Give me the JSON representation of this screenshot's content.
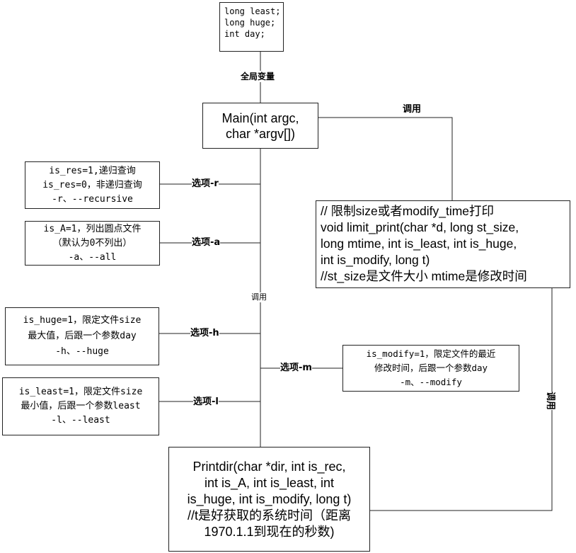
{
  "globals_box": {
    "lines": [
      "long least;",
      "long huge;",
      "int day;"
    ]
  },
  "labels": {
    "global_vars": "全局变量",
    "call_main": "调用",
    "call_center": "调用",
    "call_right": "调用",
    "opt_r": "选项-r",
    "opt_a": "选项-a",
    "opt_h": "选项-h",
    "opt_m": "选项-m",
    "opt_l": "选项-l"
  },
  "main_box": {
    "lines": [
      "Main(int argc,",
      "char *argv[])"
    ]
  },
  "limit_box": {
    "lines": [
      "// 限制size或者modify_time打印",
      "void limit_print(char *d, long st_size,",
      "long mtime, int is_least, int is_huge,",
      "int is_modify, long t)",
      "//st_size是文件大小 mtime是修改时间"
    ]
  },
  "opt_r_box": {
    "lines": [
      "is_res=1,递归查询",
      "is_res=0，非递归查询",
      "-r、--recursive"
    ]
  },
  "opt_a_box": {
    "lines": [
      "is_A=1，列出圆点文件",
      "（默认为0不列出）",
      "-a、--all"
    ]
  },
  "opt_h_box": {
    "lines": [
      "is_huge=1，限定文件size",
      "最大值，后跟一个参数day",
      "-h、--huge"
    ]
  },
  "opt_m_box": {
    "lines": [
      "is_modify=1，限定文件的最近",
      "修改时间，后跟一个参数day",
      "-m、--modify"
    ]
  },
  "opt_l_box": {
    "lines": [
      "is_least=1，限定文件size",
      "最小值，后跟一个参数least",
      "-l、--least"
    ]
  },
  "printdir_box": {
    "lines": [
      "Printdir(char *dir, int is_rec,",
      "int is_A, int is_least, int",
      "is_huge, int is_modify, long t)",
      "//t是好获取的系统时间（距离",
      "1970.1.1到现在的秒数)"
    ]
  }
}
